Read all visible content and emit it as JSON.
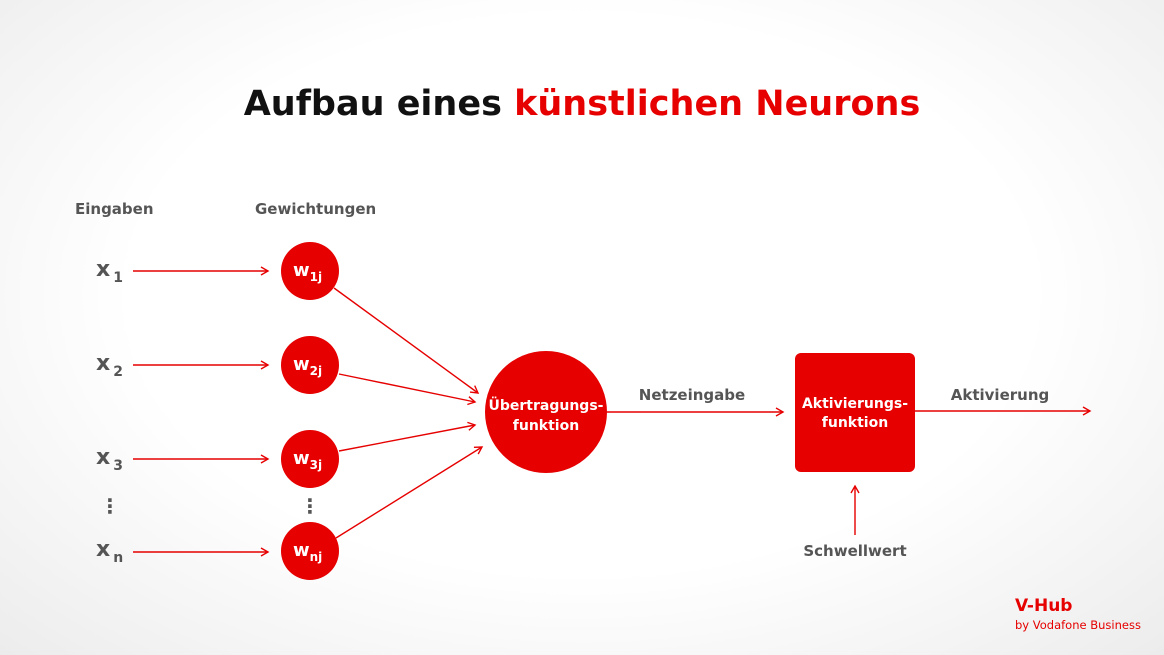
{
  "title": {
    "part1": "Aufbau eines ",
    "part2": "künstlichen Neurons"
  },
  "labels": {
    "inputs": "Eingaben",
    "weights": "Gewichtungen",
    "net_input": "Netzeingabe",
    "activation": "Aktivierung",
    "threshold": "Schwellwert"
  },
  "inputs": [
    {
      "base": "x",
      "sub": "1"
    },
    {
      "base": "x",
      "sub": "2"
    },
    {
      "base": "x",
      "sub": "3"
    },
    {
      "base": "x",
      "sub": "n"
    }
  ],
  "weights": [
    {
      "base": "w",
      "sub": "1j"
    },
    {
      "base": "w",
      "sub": "2j"
    },
    {
      "base": "w",
      "sub": "3j"
    },
    {
      "base": "w",
      "sub": "nj"
    }
  ],
  "transfer": {
    "line1": "Übertragungs-",
    "line2": "funktion"
  },
  "activation_fn": {
    "line1": "Aktivierungs-",
    "line2": "funktion"
  },
  "ellipsis": "⋮",
  "brand": {
    "name": "V-Hub",
    "tagline": "by Vodafone Business"
  },
  "colors": {
    "accent": "#e60000",
    "text": "#555555",
    "title": "#111111"
  }
}
